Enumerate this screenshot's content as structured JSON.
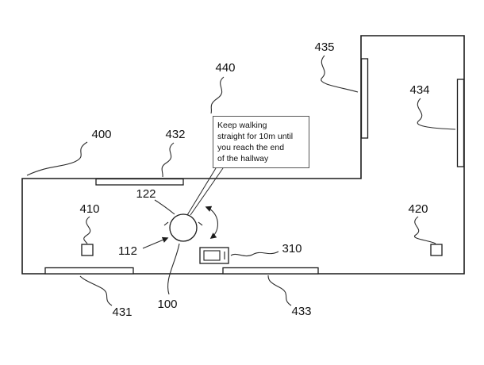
{
  "figure": {
    "background": "#ffffff",
    "line_color": "#1c1c1c",
    "callout": {
      "lines": [
        "Keep walking",
        "straight for 10m until",
        "you reach the end",
        "of the hallway"
      ]
    },
    "labels": {
      "hallway": "400",
      "marker_left": "410",
      "marker_right": "420",
      "doorway_bottom_left": "431",
      "doorway_top": "432",
      "doorway_bottom_right": "433",
      "doorway_right_wall": "434",
      "doorway_upper_room": "435",
      "instruction_callout": "440",
      "robot": "100",
      "robot_body": "112",
      "robot_top": "122",
      "dock": "310"
    }
  }
}
